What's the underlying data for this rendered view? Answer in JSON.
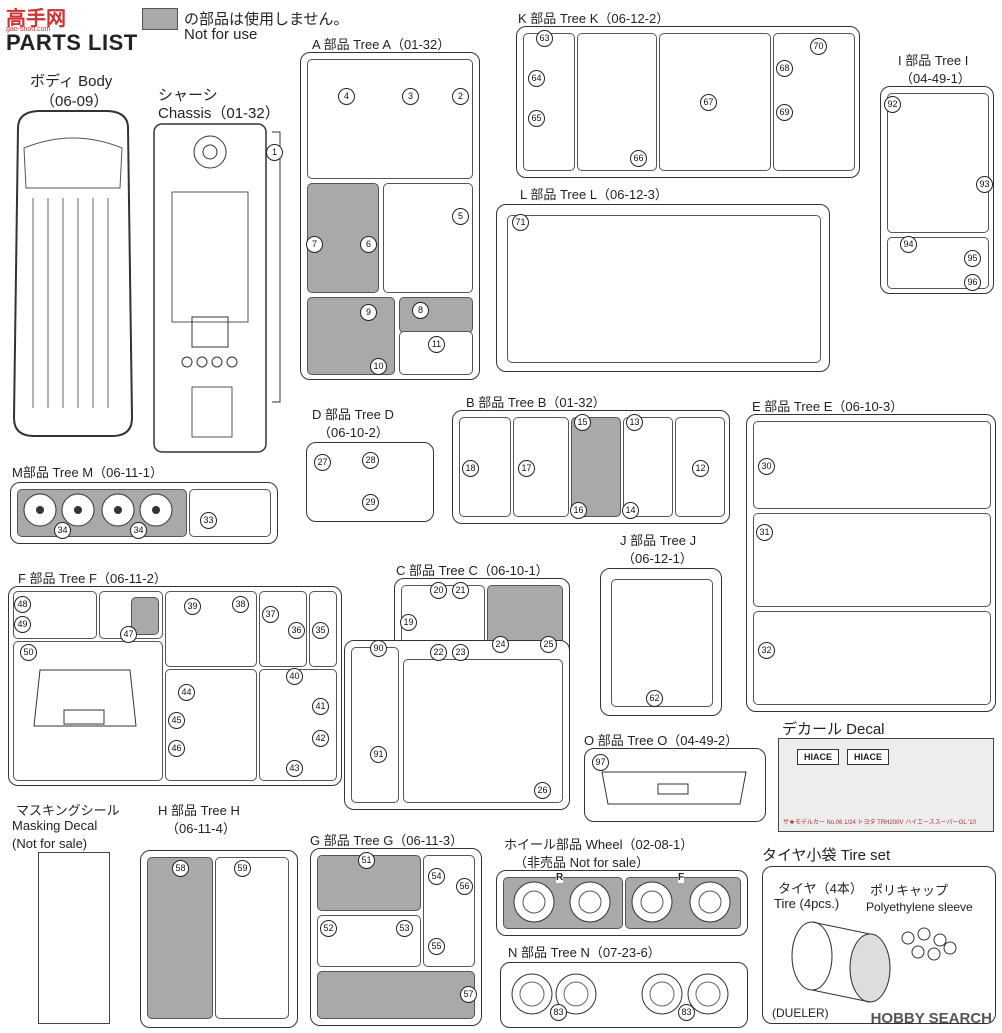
{
  "header": {
    "logo_text": "高手网",
    "logo_sub": "gao-shou.com",
    "title": "PARTS LIST",
    "legend_jp": "の部品は使用しません。",
    "legend_en": "Not for use"
  },
  "trees": {
    "body": {
      "jp": "ボディ Body",
      "code": "（06-09）"
    },
    "chassis": {
      "jp": "シャーシ",
      "en": "Chassis（01-32）",
      "parts": [
        "1"
      ]
    },
    "a": {
      "label": "A 部品 Tree A（01-32）",
      "parts": [
        "4",
        "3",
        "2",
        "7",
        "6",
        "5",
        "9",
        "8",
        "11",
        "10"
      ]
    },
    "b": {
      "label": "B 部品 Tree B（01-32）",
      "parts": [
        "18",
        "17",
        "15",
        "13",
        "12",
        "16",
        "14"
      ]
    },
    "c": {
      "label": "C 部品 Tree C（06-10-1）",
      "parts": [
        "20",
        "21",
        "19",
        "22",
        "23",
        "24",
        "25",
        "90",
        "91",
        "26"
      ]
    },
    "d": {
      "label": "D 部品 Tree D",
      "code": "（06-10-2）",
      "parts": [
        "27",
        "28",
        "29"
      ]
    },
    "e": {
      "label": "E 部品 Tree E（06-10-3）",
      "parts": [
        "30",
        "31",
        "32"
      ]
    },
    "f": {
      "label": "F 部品 Tree F（06-11-2）",
      "parts": [
        "48",
        "49",
        "47",
        "39",
        "38",
        "37",
        "36",
        "35",
        "50",
        "40",
        "44",
        "41",
        "45",
        "42",
        "46",
        "43"
      ]
    },
    "g": {
      "label": "G 部品 Tree G（06-11-3）",
      "parts": [
        "51",
        "54",
        "56",
        "52",
        "53",
        "55",
        "57"
      ]
    },
    "h": {
      "label": "H 部品 Tree H",
      "code": "（06-11-4）",
      "parts": [
        "58",
        "59"
      ]
    },
    "i": {
      "label": "I 部品 Tree I",
      "code": "（04-49-1）",
      "parts": [
        "92",
        "93",
        "94",
        "95",
        "96"
      ]
    },
    "j": {
      "label": "J 部品 Tree J",
      "code": "（06-12-1）",
      "parts": [
        "62"
      ]
    },
    "k": {
      "label": "K 部品 Tree K（06-12-2）",
      "parts": [
        "63",
        "64",
        "65",
        "66",
        "67",
        "68",
        "69",
        "70"
      ]
    },
    "l": {
      "label": "L 部品 Tree L（06-12-3）",
      "parts": [
        "71"
      ]
    },
    "m": {
      "label": "M部品 Tree M（06-11-1）",
      "parts": [
        "34",
        "34",
        "33"
      ]
    },
    "n": {
      "label": "N 部品 Tree N（07-23-6）",
      "parts": [
        "83",
        "83"
      ]
    },
    "o": {
      "label": "O 部品 Tree O（04-49-2）",
      "parts": [
        "97"
      ]
    },
    "wheel": {
      "label": "ホイール部品 Wheel（02-08-1）",
      "sub": "（非売品 Not for sale）",
      "marks": [
        "R",
        "F"
      ]
    },
    "decal": {
      "label": "デカール Decal",
      "plate1": "HIACE",
      "plate2": "HIACE",
      "footer": "ザ★モデルカー No.06 1/24 トヨタ TRH200V ハイエーススーパーGL '10"
    },
    "masking": {
      "jp": "マスキングシール",
      "en1": "Masking Decal",
      "en2": "(Not for sale)"
    },
    "tire": {
      "label": "タイヤ小袋 Tire set",
      "tire_jp": "タイヤ（4本）",
      "tire_en": "Tire (4pcs.)",
      "cap_jp": "ポリキャップ",
      "cap_en": "Polyethylene sleeve",
      "brand": "(DUELER)"
    }
  },
  "watermark": "HOBBY SEARCH"
}
